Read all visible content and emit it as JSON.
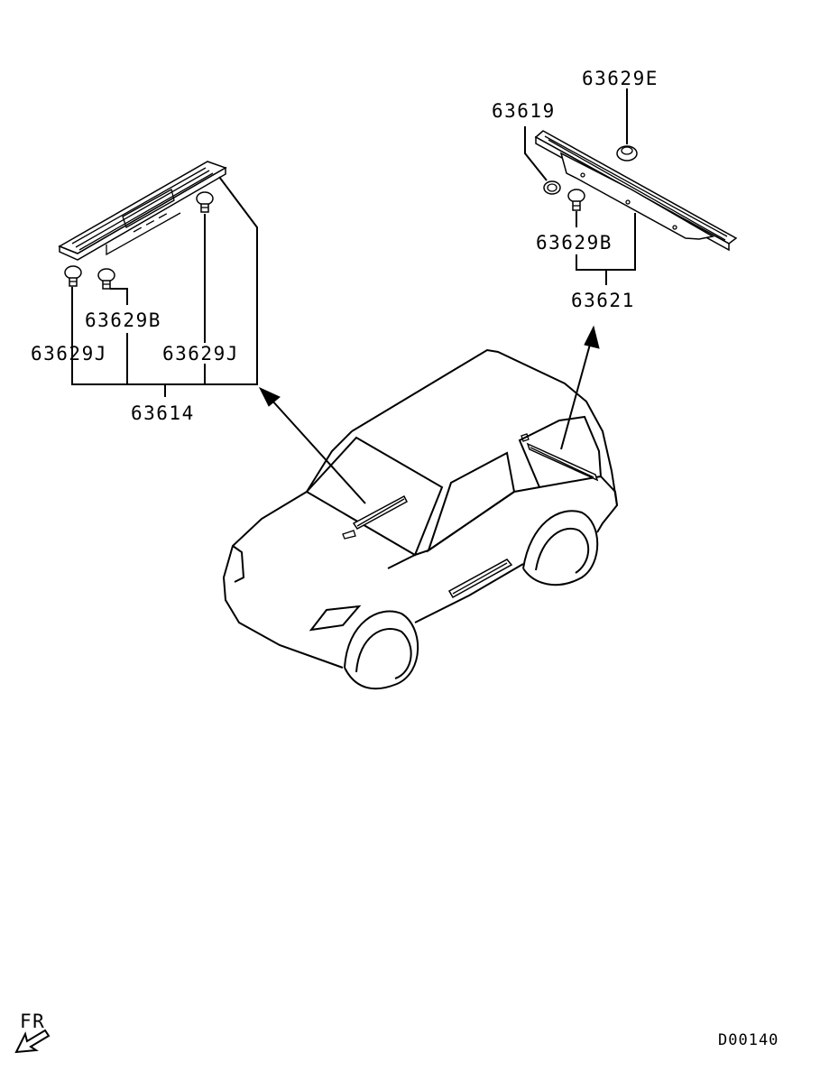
{
  "labels": {
    "left_group": "63614",
    "left_clip_b": "63629B",
    "left_clip_j_left": "63629J",
    "left_clip_j_right": "63629J",
    "right_group": "63621",
    "right_grommet": "63619",
    "right_clip_e": "63629E",
    "right_clip_b": "63629B",
    "front_indicator": "FR",
    "diagram_code": "D00140"
  },
  "colors": {
    "ink": "#000000",
    "paper": "#ffffff"
  }
}
